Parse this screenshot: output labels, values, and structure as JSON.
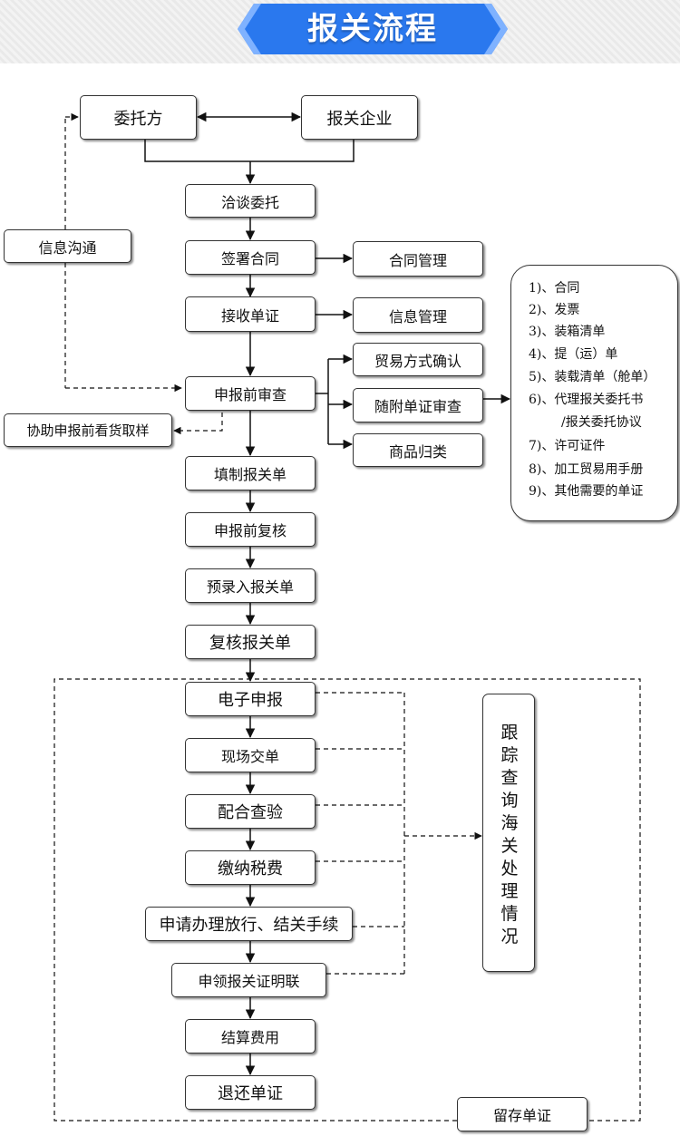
{
  "banner": {
    "title": "报关流程",
    "accent": "#2a78ee"
  },
  "nodes": {
    "client": "委托方",
    "broker": "报关企业",
    "negotiate": "洽谈委托",
    "sign_contract": "签署合同",
    "receive_docs": "接收单证",
    "pre_review": "申报前审查",
    "fill_form": "填制报关单",
    "pre_recheck": "申报前复核",
    "pre_entry": "预录入报关单",
    "recheck_form": "复核报关单",
    "e_declare": "电子申报",
    "submit_docs": "现场交单",
    "inspection": "配合查验",
    "pay_tax": "缴纳税费",
    "release": "申请办理放行、结关手续",
    "certificate": "申领报关证明联",
    "settle_fees": "结算费用",
    "return_docs": "退还单证",
    "contract_mgmt": "合同管理",
    "info_mgmt": "信息管理",
    "trade_confirm": "贸易方式确认",
    "attached_review": "随附单证审查",
    "classification": "商品归类",
    "info_comm": "信息沟通",
    "sampling": "协助申报前看货取样",
    "keep_docs": "留存单证"
  },
  "documents": [
    "1)、合同",
    "2)、发票",
    "3)、装箱清单",
    "4)、提（运）单",
    "5)、装载清单（舱单）",
    "6)、代理报关委托书",
    "/报关委托协议",
    "7)、许可证件",
    "8)、加工贸易用手册",
    "9)、其他需要的单证"
  ],
  "tracking": [
    "跟",
    "踪",
    "查",
    "询",
    "海",
    "关",
    "处",
    "理",
    "情",
    "况"
  ]
}
